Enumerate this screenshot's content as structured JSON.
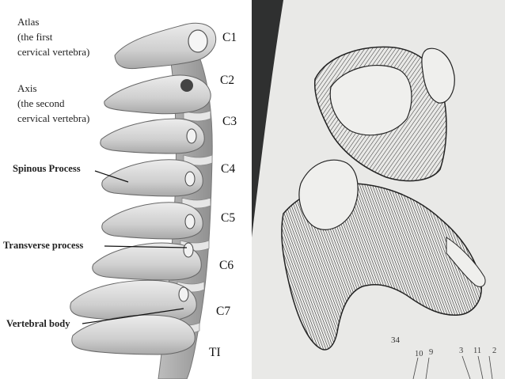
{
  "left_panel": {
    "atlas_label": "Atlas",
    "atlas_desc_1": "(the first",
    "atlas_desc_2": "cervical vertebra)",
    "axis_label": "Axis",
    "axis_desc_1": "(the second",
    "axis_desc_2": "cervical vertebra)",
    "spinous_label": "Spinous Process",
    "transverse_label": "Transverse process",
    "body_label": "Vertebral body",
    "vertebra_labels": [
      "C1",
      "C2",
      "C3",
      "C4",
      "C5",
      "C6",
      "C7",
      "TI"
    ]
  },
  "right_panel": {
    "page_number": "34",
    "callout_numbers": [
      "10",
      "9",
      "3",
      "11",
      "2"
    ]
  },
  "colors": {
    "page_background": "#ffffff",
    "right_background": "#2f3030",
    "paper": "#e9e9e7",
    "bone_light": "#dcdcdc",
    "bone_shadow": "#9a9a9a"
  }
}
